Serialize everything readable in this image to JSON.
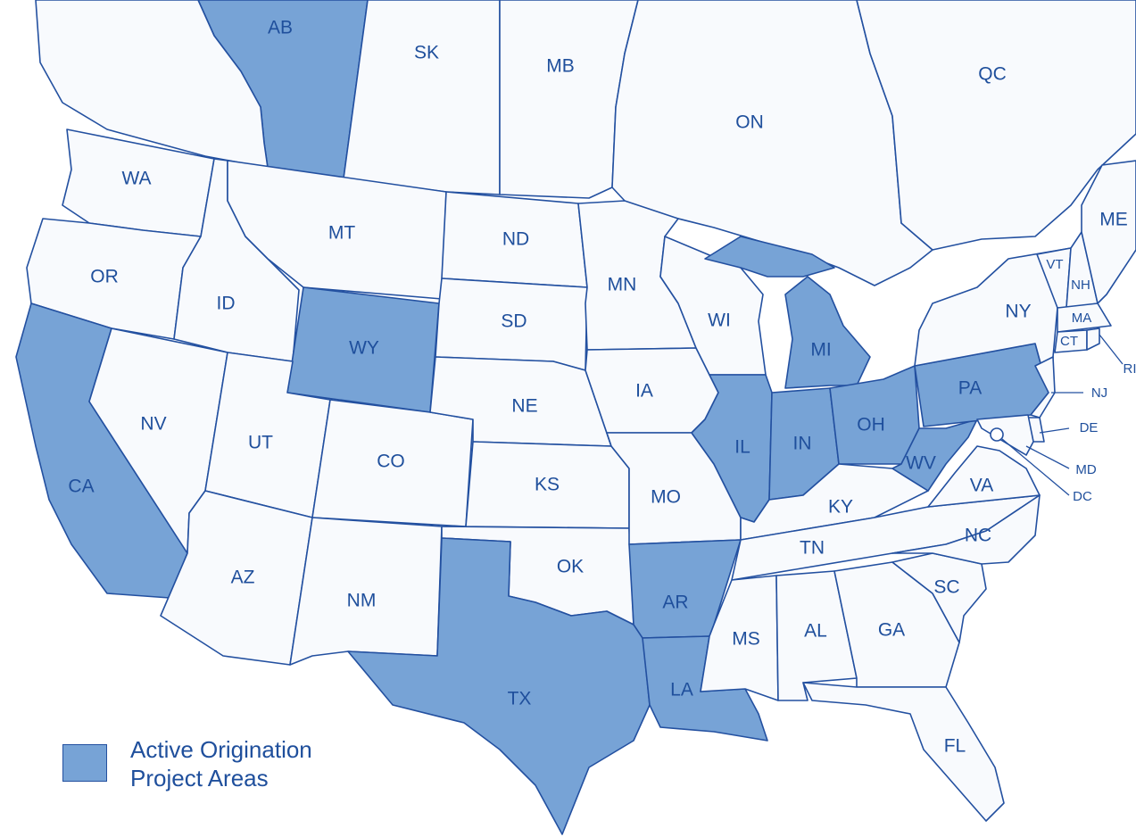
{
  "colors": {
    "active_fill": "#77a3d6",
    "inactive_fill": "#f8fafd",
    "border": "#2350a0",
    "label": "#1f4f9c"
  },
  "legend": {
    "line1": "Active Origination",
    "line2": "Project Areas"
  },
  "regions": {
    "AB": {
      "label": "AB",
      "active": true
    },
    "SK": {
      "label": "SK",
      "active": false
    },
    "MB": {
      "label": "MB",
      "active": false
    },
    "ON": {
      "label": "ON",
      "active": false
    },
    "QC": {
      "label": "QC",
      "active": false
    },
    "WA": {
      "label": "WA",
      "active": false
    },
    "OR": {
      "label": "OR",
      "active": false
    },
    "CA": {
      "label": "CA",
      "active": true
    },
    "NV": {
      "label": "NV",
      "active": false
    },
    "ID": {
      "label": "ID",
      "active": false
    },
    "MT": {
      "label": "MT",
      "active": false
    },
    "WY": {
      "label": "WY",
      "active": true
    },
    "UT": {
      "label": "UT",
      "active": false
    },
    "CO": {
      "label": "CO",
      "active": false
    },
    "AZ": {
      "label": "AZ",
      "active": false
    },
    "NM": {
      "label": "NM",
      "active": false
    },
    "ND": {
      "label": "ND",
      "active": false
    },
    "SD": {
      "label": "SD",
      "active": false
    },
    "NE": {
      "label": "NE",
      "active": false
    },
    "KS": {
      "label": "KS",
      "active": false
    },
    "OK": {
      "label": "OK",
      "active": false
    },
    "TX": {
      "label": "TX",
      "active": true
    },
    "MN": {
      "label": "MN",
      "active": false
    },
    "IA": {
      "label": "IA",
      "active": false
    },
    "MO": {
      "label": "MO",
      "active": false
    },
    "AR": {
      "label": "AR",
      "active": true
    },
    "LA": {
      "label": "LA",
      "active": true
    },
    "WI": {
      "label": "WI",
      "active": false
    },
    "IL": {
      "label": "IL",
      "active": true
    },
    "MI": {
      "label": "MI",
      "active": true
    },
    "IN": {
      "label": "IN",
      "active": true
    },
    "OH": {
      "label": "OH",
      "active": true
    },
    "KY": {
      "label": "KY",
      "active": false
    },
    "TN": {
      "label": "TN",
      "active": false
    },
    "MS": {
      "label": "MS",
      "active": false
    },
    "AL": {
      "label": "AL",
      "active": false
    },
    "GA": {
      "label": "GA",
      "active": false
    },
    "FL": {
      "label": "FL",
      "active": false
    },
    "SC": {
      "label": "SC",
      "active": false
    },
    "NC": {
      "label": "NC",
      "active": false
    },
    "VA": {
      "label": "VA",
      "active": false
    },
    "WV": {
      "label": "WV",
      "active": true
    },
    "PA": {
      "label": "PA",
      "active": true
    },
    "NY": {
      "label": "NY",
      "active": false
    },
    "VT": {
      "label": "VT",
      "active": false
    },
    "NH": {
      "label": "NH",
      "active": false
    },
    "ME": {
      "label": "ME",
      "active": false
    },
    "MA": {
      "label": "MA",
      "active": false
    },
    "CT": {
      "label": "CT",
      "active": false
    },
    "RI": {
      "label": "RI",
      "active": false
    },
    "NJ": {
      "label": "NJ",
      "active": false
    },
    "DE": {
      "label": "DE",
      "active": false
    },
    "MD": {
      "label": "MD",
      "active": false
    },
    "DC": {
      "label": "DC",
      "active": false
    }
  }
}
